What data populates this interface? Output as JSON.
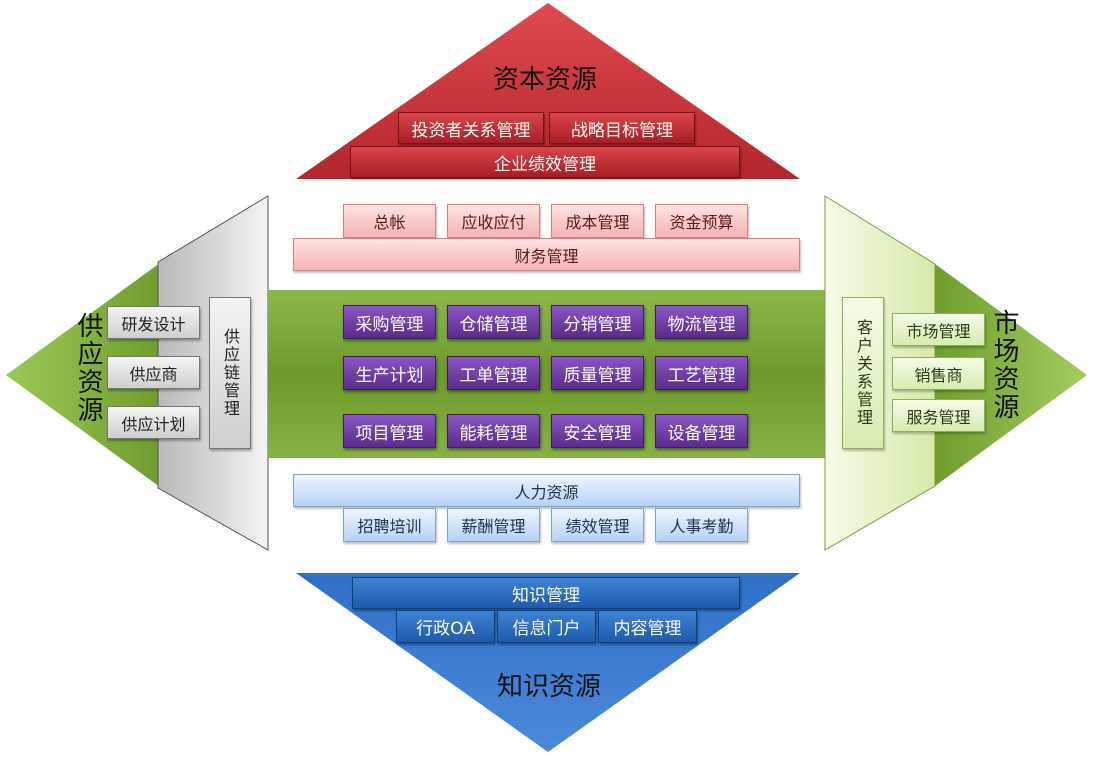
{
  "colors": {
    "capital": "#c42f36",
    "knowledge": "#2a6cc4",
    "green_band": "#6e9a2c",
    "process": "#6b3aa0"
  },
  "capital": {
    "title": "资本资源",
    "items": [
      "投资者关系管理",
      "战略目标管理"
    ],
    "bar": "企业绩效管理"
  },
  "finance": {
    "items": [
      "总帐",
      "应收应付",
      "成本管理",
      "资金预算"
    ],
    "bar": "财务管理"
  },
  "center": {
    "row1": [
      "采购管理",
      "仓储管理",
      "分销管理",
      "物流管理"
    ],
    "row2": [
      "生产计划",
      "工单管理",
      "质量管理",
      "工艺管理"
    ],
    "row3": [
      "项目管理",
      "能耗管理",
      "安全管理",
      "设备管理"
    ]
  },
  "hr": {
    "bar": "人力资源",
    "items": [
      "招聘培训",
      "薪酬管理",
      "绩效管理",
      "人事考勤"
    ]
  },
  "knowledge": {
    "bar": "知识管理",
    "items": [
      "行政OA",
      "信息门户",
      "内容管理"
    ],
    "title": "知识资源"
  },
  "supply": {
    "title": "供应资源",
    "items": [
      "研发设计",
      "供应商",
      "供应计划"
    ],
    "chain": "供应链管理"
  },
  "market": {
    "title": "市场资源",
    "crm": "客户关系管理",
    "items": [
      "市场管理",
      "销售商",
      "服务管理"
    ]
  }
}
